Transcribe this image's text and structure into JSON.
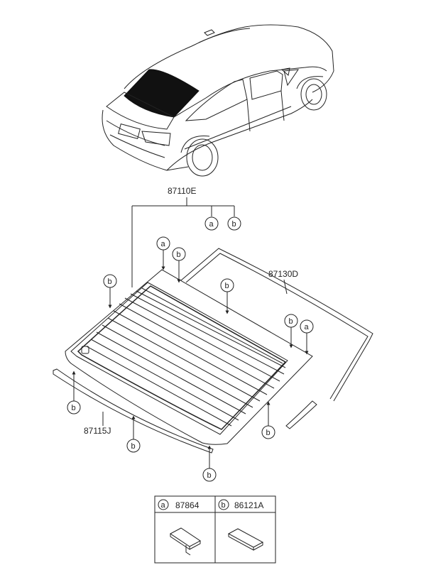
{
  "parts": {
    "rear_glass_assy": "87110E",
    "weatherstrip": "87130D",
    "molding": "87115J"
  },
  "markers": {
    "a": "a",
    "b": "b"
  },
  "legend": {
    "a_symbol": "a",
    "a_part": "87864",
    "b_symbol": "b",
    "b_part": "86121A"
  },
  "colors": {
    "line": "#222222",
    "glass_tint": "#111111"
  }
}
